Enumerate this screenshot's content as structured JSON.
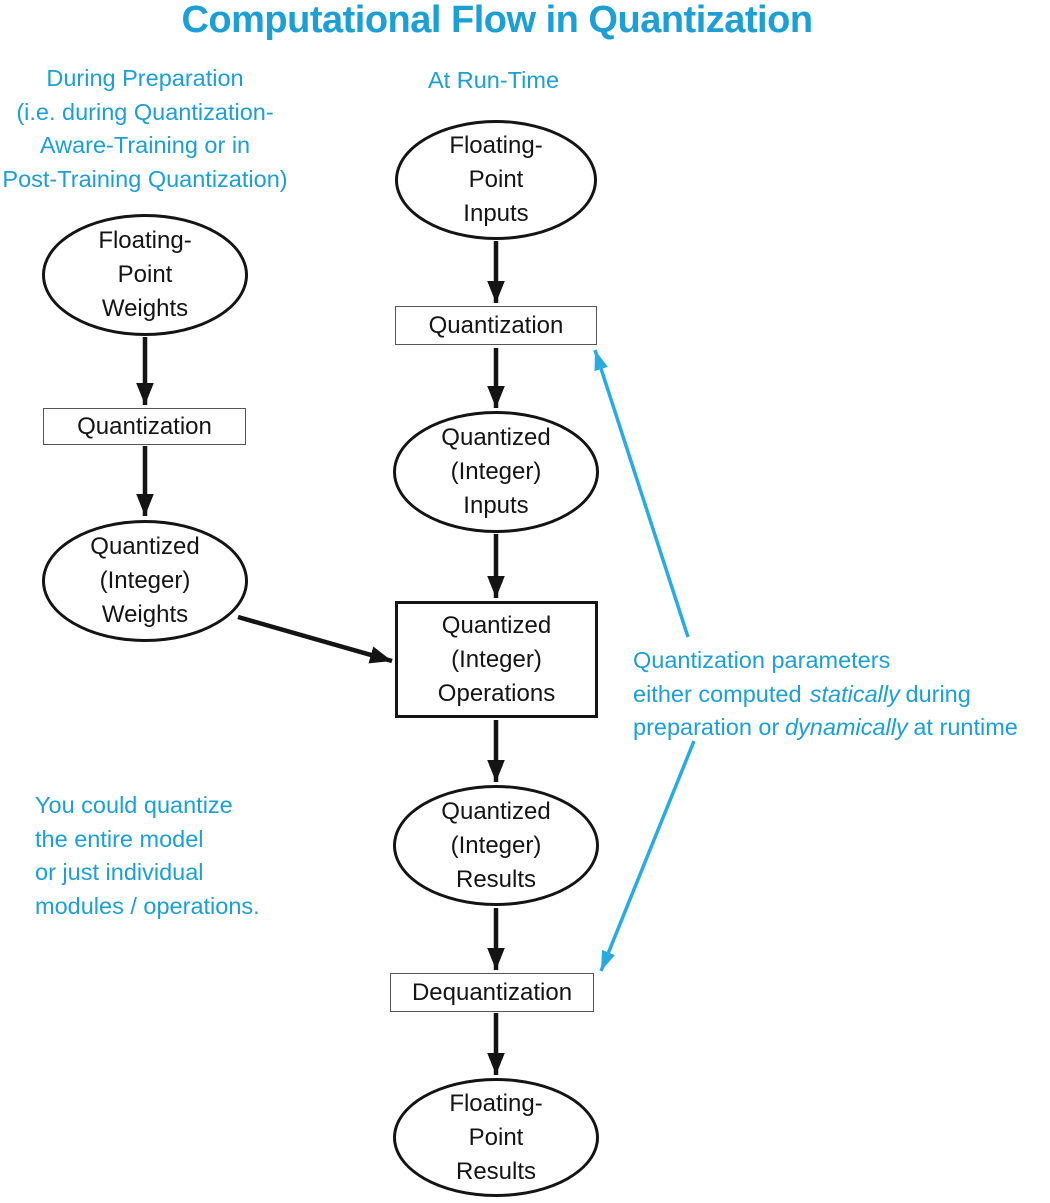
{
  "title": "Computational Flow in Quantization",
  "colors": {
    "text_cyan": "#1b9fd4",
    "arrow_cyan": "#29abe2",
    "node_black": "#141414"
  },
  "left_column": {
    "header": {
      "line1": "During Preparation",
      "line2": "(i.e. during Quantization-",
      "line3": "Aware-Training or in",
      "line4": "Post-Training Quantization)"
    },
    "fp_weights": [
      "Floating-",
      "Point",
      "Weights"
    ],
    "quantization_label": "Quantization",
    "qi_weights": [
      "Quantized",
      "(Integer)",
      "Weights"
    ],
    "note": {
      "line1": "You could quantize",
      "line2": "the entire model",
      "line3": "or just individual",
      "line4": "modules / operations."
    }
  },
  "right_column": {
    "header": "At Run-Time",
    "fp_inputs": [
      "Floating-",
      "Point",
      "Inputs"
    ],
    "quantization_label": "Quantization",
    "qi_inputs": [
      "Quantized",
      "(Integer)",
      "Inputs"
    ],
    "operations": [
      "Quantized",
      "(Integer)",
      "Operations"
    ],
    "qi_results": [
      "Quantized",
      "(Integer)",
      "Results"
    ],
    "dequantization_label": "Dequantization",
    "fp_results": [
      "Floating-",
      "Point",
      "Results"
    ]
  },
  "annotation": {
    "line1": "Quantization parameters",
    "line2_pre": "either computed",
    "line2_italic": "statically",
    "line2_post": "during",
    "line3_pre": "preparation or",
    "line3_italic": "dynamically",
    "line3_post": "at runtime"
  }
}
